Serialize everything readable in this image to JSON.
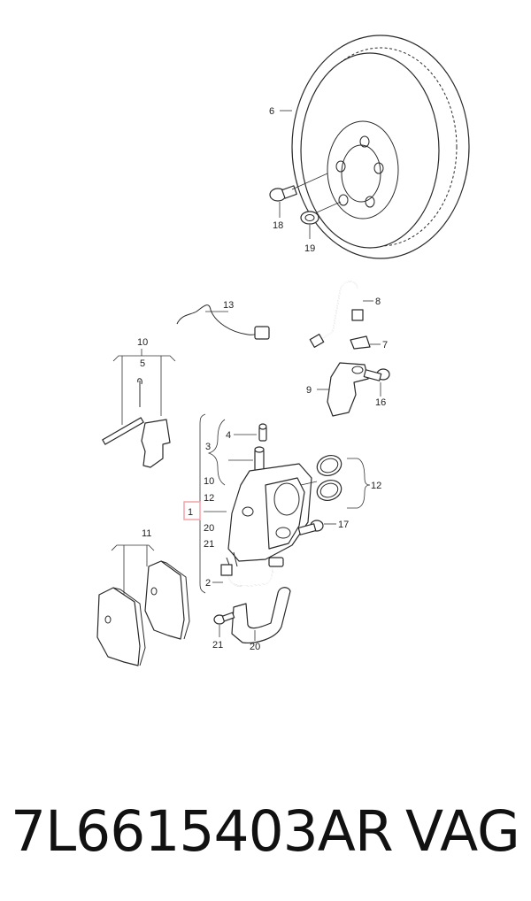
{
  "diagram": {
    "callouts": {
      "c6": "6",
      "c18": "18",
      "c19": "19",
      "c13": "13",
      "c8": "8",
      "c7": "7",
      "c9": "9",
      "c16": "16",
      "c10a": "10",
      "c5": "5",
      "c4": "4",
      "c3": "3",
      "c10b": "10",
      "c12a": "12",
      "c1": "1",
      "c20a": "20",
      "c21a": "21",
      "c12b": "12",
      "c17": "17",
      "c11": "11",
      "c2": "2",
      "c21b": "21",
      "c20b": "20"
    },
    "highlight_color": "#f4a3a8"
  },
  "footer": {
    "part_number": "7L6615403AR",
    "brand": "VAG"
  }
}
